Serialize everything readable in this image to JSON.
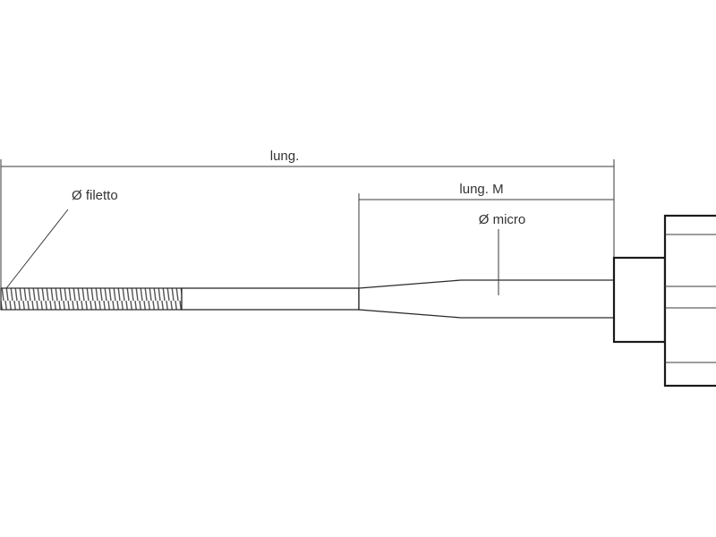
{
  "labels": {
    "overall_length": "lung.",
    "micro_length": "lung. M",
    "thread_diameter": "Ø filetto",
    "micro_diameter": "Ø micro"
  },
  "colors": {
    "line": "#2a2a2a",
    "text": "#333333",
    "background": "#ffffff"
  }
}
